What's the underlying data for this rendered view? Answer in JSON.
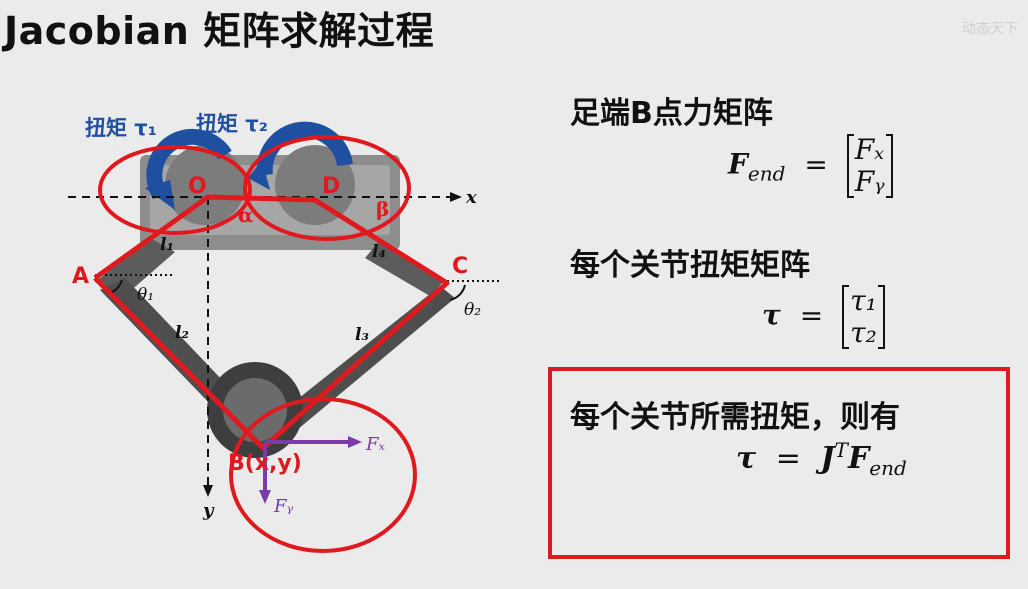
{
  "title": "Jacobian 矩阵求解过程",
  "watermark": "动态天下",
  "diagram": {
    "torque_label_1": "扭矩 τ₁",
    "torque_label_2": "扭矩 τ₂",
    "point_O": "O",
    "point_D": "D",
    "point_A": "A",
    "point_C": "C",
    "point_B": "B(x,y)",
    "alpha": "α",
    "beta": "β",
    "axis_x": "x",
    "axis_y": "y",
    "l1": "l₁",
    "l2": "l₂",
    "l3": "l₃",
    "l4": "l₄",
    "theta1": "θ₁",
    "theta2": "θ₂",
    "force_x": "Fₓ",
    "force_y": "Fᵧ"
  },
  "right": {
    "heading1": "足端B点力矩阵",
    "eq1_lhs": "F",
    "eq1_sub": "end",
    "eq1_r1": "Fₓ",
    "eq1_r2": "Fᵧ",
    "heading2": "每个关节扭矩矩阵",
    "eq2_lhs": "τ",
    "eq2_r1": "τ₁",
    "eq2_r2": "τ₂",
    "heading3": "每个关节所需扭矩，则有",
    "eq3_lhs": "τ",
    "eq3_J": "J",
    "eq3_T": "T",
    "eq3_F": "F",
    "eq3_sub": "end"
  },
  "colors": {
    "red": "#e0191e",
    "blue": "#1f4fa0",
    "purple": "#7a3aa8"
  }
}
